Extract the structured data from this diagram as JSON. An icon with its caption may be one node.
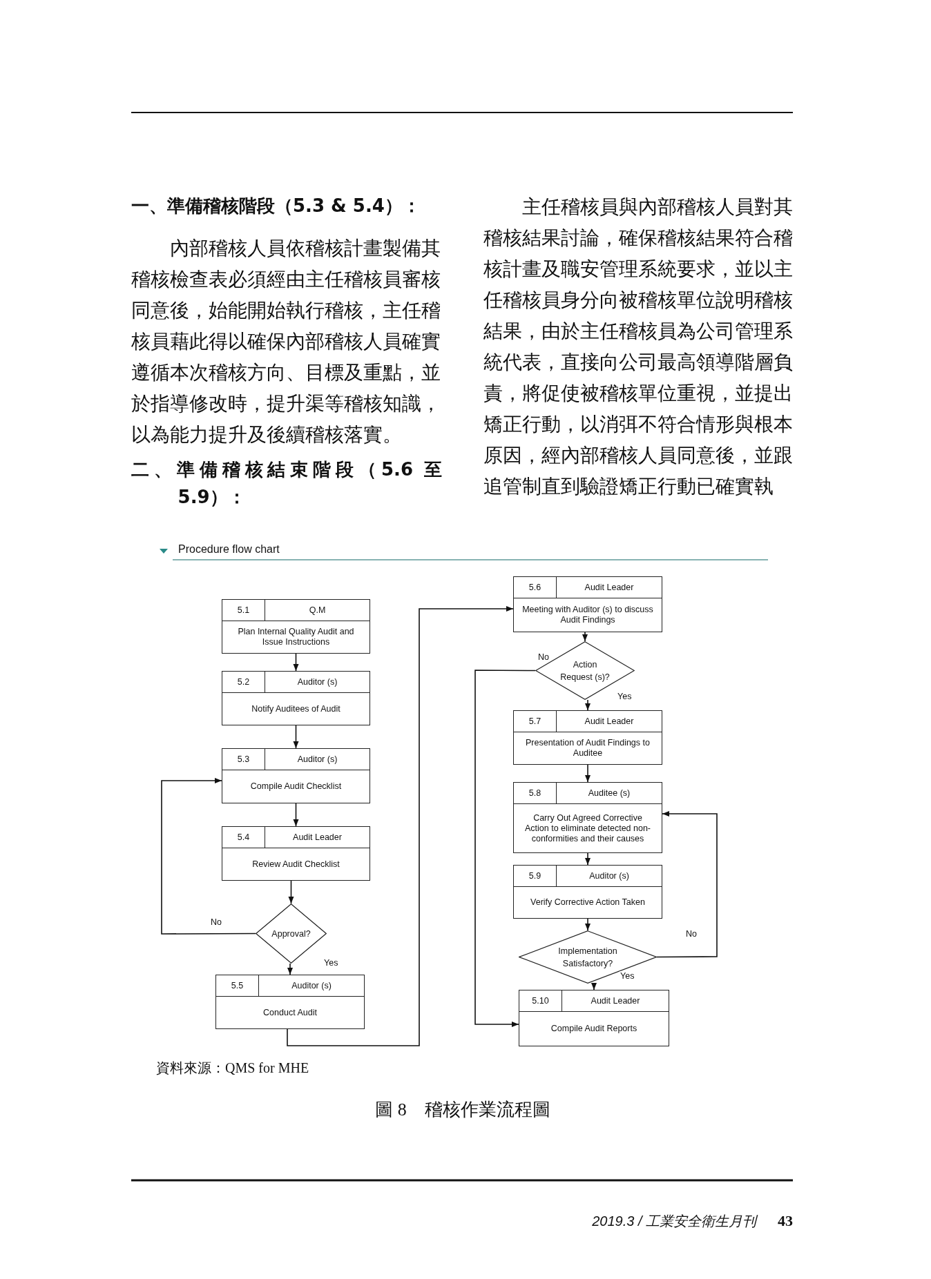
{
  "diagram": {
    "caption": "圖 8　稽核作業流程圖",
    "nodes": [
      {
        "text": [
          "5.1",
          "Q.M",
          "Plan Internal Quality Audit and Issue Instructions"
        ]
      },
      {
        "text": [
          "5.2",
          "Auditor (s)",
          "Notify Auditees of Audit"
        ]
      },
      {
        "text": [
          "5.3",
          "Auditor (s)",
          "Compile Audit Checklist"
        ]
      },
      {
        "text": [
          "5.4",
          "Audit Leader",
          "Review Audit Checklist"
        ]
      },
      {
        "text": [
          "Approval?"
        ]
      },
      {
        "text": [
          "5.5",
          "Auditor (s)",
          "Conduct Audit"
        ]
      },
      {
        "text": [
          "5.6",
          "Audit Leader",
          "Meeting with Auditor (s) to discuss Audit Findings"
        ]
      },
      {
        "text": [
          "Action Request (s)?"
        ]
      },
      {
        "text": [
          "5.7",
          "Audit Leader",
          "Presentation of Audit Findings to Auditee"
        ]
      },
      {
        "text": [
          "5.8",
          "Auditee (s)",
          "Carry Out Agreed Corrective Action to eliminate detected non-conformities and their causes"
        ]
      },
      {
        "text": [
          "5.9",
          "Auditor (s)",
          "Verify Corrective Action Taken"
        ]
      },
      {
        "text": [
          "Implementation Satisfactory?"
        ]
      },
      {
        "text": [
          "5.10",
          "Audit Leader",
          "Compile Audit Reports"
        ]
      }
    ],
    "edges": [
      {
        "from": 0,
        "to": 1,
        "arrow": "to"
      },
      {
        "from": 1,
        "to": 2,
        "arrow": "to"
      },
      {
        "from": 2,
        "to": 3,
        "arrow": "to"
      },
      {
        "from": 3,
        "to": 4,
        "arrow": "to"
      },
      {
        "from": 4,
        "to": 5,
        "arrow": "to",
        "label": "Yes"
      },
      {
        "from": 4,
        "to": 2,
        "arrow": "to",
        "label": "No"
      },
      {
        "from": 5,
        "to": 6,
        "arrow": "to"
      },
      {
        "from": 6,
        "to": 7,
        "arrow": "to"
      },
      {
        "from": 7,
        "to": 8,
        "arrow": "to",
        "label": "Yes"
      },
      {
        "from": 7,
        "to": 12,
        "arrow": "to",
        "label": "No"
      },
      {
        "from": 8,
        "to": 9,
        "arrow": "to"
      },
      {
        "from": 9,
        "to": 10,
        "arrow": "to"
      },
      {
        "from": 10,
        "to": 11,
        "arrow": "to"
      },
      {
        "from": 11,
        "to": 12,
        "arrow": "to",
        "label": "Yes"
      },
      {
        "from": 11,
        "to": 9,
        "arrow": "to",
        "label": "No"
      }
    ],
    "labels": [
      "一、準備稽核階段（5.3 & 5.4）：",
      "內部稽核人員依稽核計畫製備其稽核檢查表必須經由主任稽核員審核同意後，始能開始執行稽核，主任稽核員藉此得以確保內部稽核人員確實遵循本次稽核方向、目標及重點，並於指導修改時，提升渠等稽核知識，以為能力提升及後續稽核落實。",
      "二、準備稽核結束階段（5.6 至 5.9）：",
      "主任稽核員與內部稽核人員對其稽核結果討論，確保稽核結果符合稽核計畫及職安管理系統要求，並以主任稽核員身分向被稽核單位說明稽核結果，由於主任稽核員為公司管理系統代表，直接向公司最高領導階層負責，將促使被稽核單位重視，並提出矯正行動，以消弭不符合情形與根本原因，經內部稽核人員同意後，並跟追管制直到驗證矯正行動已確實執",
      "Procedure flow chart",
      "資料來源：QMS for MHE",
      "2019.3 / 工業安全衛生月刊",
      "43"
    ]
  }
}
